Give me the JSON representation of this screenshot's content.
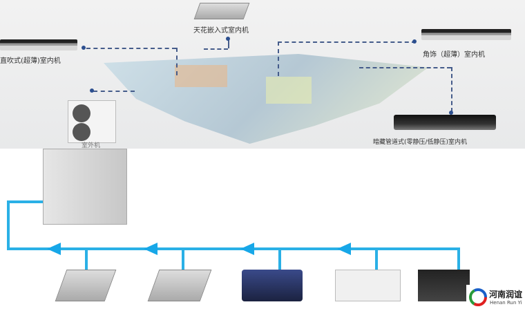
{
  "labels": {
    "ceiling_cassette": "天花嵌入式室内机",
    "slim_duct": "直吹式(超薄)室内机",
    "corner_slim": "角饰（超薄）室内机",
    "concealed_duct": "暗藏管道式(零静压/低静压)室内机",
    "outdoor": "室外机"
  },
  "logo": {
    "name": "河南润谊",
    "sub": "Henan Run Yi"
  },
  "colors": {
    "pipe": "#2ab0e6",
    "arrow": "#17a7e8",
    "dashed": "#445b8a"
  }
}
